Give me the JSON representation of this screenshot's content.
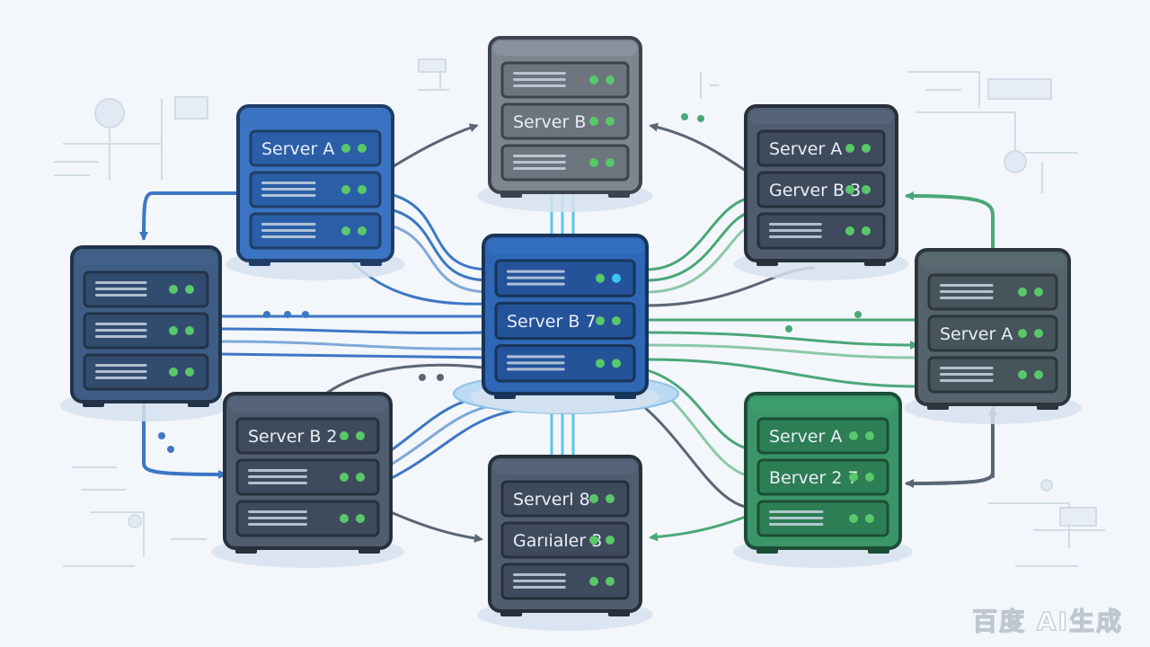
{
  "colors": {
    "background": "#f3f6fa",
    "blue": "#3d77c4",
    "dark_blue": "#2f67b5",
    "green": "#4aa778",
    "slate": "#4f5d6f",
    "gray": "#7d858f",
    "led_green": "#58c86a",
    "led_cyan": "#38c8f0"
  },
  "servers": [
    {
      "id": "top-left",
      "style": "blue",
      "slots": [
        {
          "label": "Server A"
        },
        {
          "label": ""
        },
        {
          "label": ""
        }
      ]
    },
    {
      "id": "top-center",
      "style": "gray",
      "slots": [
        {
          "label": ""
        },
        {
          "label": "Server B"
        },
        {
          "label": ""
        }
      ]
    },
    {
      "id": "top-right",
      "style": "slate",
      "slots": [
        {
          "label": "Server A"
        },
        {
          "label": "Gerver B 3"
        },
        {
          "label": ""
        }
      ]
    },
    {
      "id": "left",
      "style": "slate_blue",
      "slots": [
        {
          "label": ""
        },
        {
          "label": ""
        },
        {
          "label": ""
        }
      ]
    },
    {
      "id": "center",
      "style": "dark_blue",
      "slots": [
        {
          "label": ""
        },
        {
          "label": "Server B 7"
        },
        {
          "label": ""
        }
      ]
    },
    {
      "id": "right",
      "style": "gray_green",
      "slots": [
        {
          "label": ""
        },
        {
          "label": "Server A"
        },
        {
          "label": ""
        }
      ]
    },
    {
      "id": "bottom-left",
      "style": "slate",
      "slots": [
        {
          "label": "Server B 2"
        },
        {
          "label": ""
        },
        {
          "label": ""
        }
      ]
    },
    {
      "id": "bottom-center",
      "style": "slate",
      "slots": [
        {
          "label": "Serverl 8"
        },
        {
          "label": "Garıialer 3"
        },
        {
          "label": ""
        }
      ]
    },
    {
      "id": "bottom-right",
      "style": "green",
      "slots": [
        {
          "label": "Server A"
        },
        {
          "label": "Berver 2 7"
        },
        {
          "label": ""
        }
      ]
    }
  ],
  "watermark": "百度 AI生成"
}
